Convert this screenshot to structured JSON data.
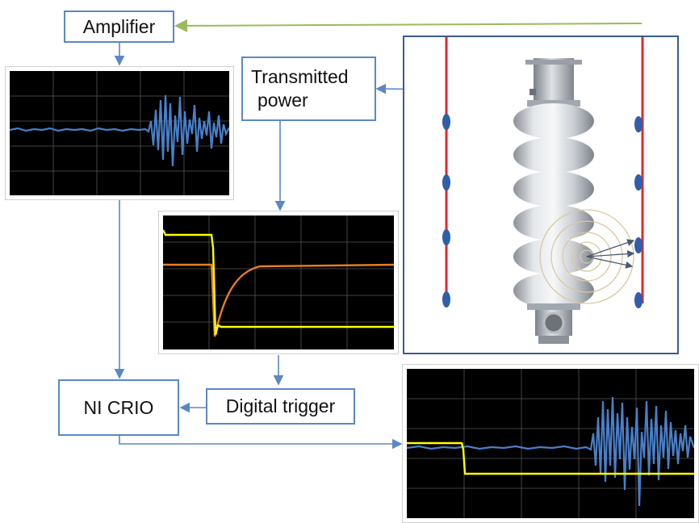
{
  "boxes": {
    "amplifier": "Amplifier",
    "transmitted_power_line1": "Transmitted",
    "transmitted_power_line2": "power",
    "ni_crio": "NI CRIO",
    "digital_trigger": "Digital trigger"
  },
  "colors": {
    "box_border": "#5b88c4",
    "arrow": "#5b88c4",
    "feedback_line": "#9bbb59",
    "scope_background": "#000000",
    "scope_grid": "#555555",
    "trace_blue": "#4a7fc8",
    "trace_yellow": "#ffff00",
    "trace_orange": "#e67e22",
    "cavity_panel_border": "#3d5a8f",
    "sensor_rod": "#e8252b",
    "sensor": "#2f5fa8"
  },
  "icons": {
    "cavity": "superconducting-cavity-icon",
    "sensor": "oscillating-superleak-transducer-icon"
  }
}
